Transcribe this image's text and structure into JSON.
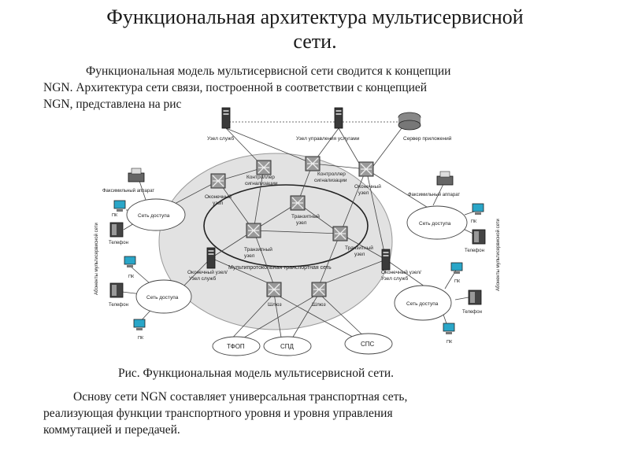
{
  "title": {
    "line1": "Функциональная архитектура мультисервисной",
    "line2": "сети."
  },
  "intro": {
    "line1": "Функциональная модель мультисервисной сети сводится к концепции",
    "line2": "NGN. Архитектура сети связи, построенной в соответствии с концепцией",
    "line3": "NGN, представлена на рис"
  },
  "diagram": {
    "top_labels": {
      "service_node": "Узел служб",
      "service_control_node": "Узел управления услугами",
      "app_server": "Сервер приложений"
    },
    "controller_left": [
      "Контроллер",
      "сигнализации"
    ],
    "controller_right": [
      "Контроллер",
      "сигнализации"
    ],
    "edge_node_left": [
      "Оконечный",
      "узел"
    ],
    "edge_node_right": [
      "Оконечный",
      "узел"
    ],
    "transit_center": [
      "Транзитный",
      "узел"
    ],
    "transit_left": [
      "Транзитный",
      "узел"
    ],
    "transit_right": [
      "Транзитный",
      "узел"
    ],
    "edge_service_left": [
      "Оконечный узел/",
      "Узел служб"
    ],
    "edge_service_right": [
      "Оконечный узел/",
      "Узел служб"
    ],
    "transport_label": "Мультипротокольная транспортная сеть",
    "gateway_left": "Шлюз",
    "gateway_right": "Шлюз",
    "net_tfop": "ТФОП",
    "net_spd": "СПД",
    "net_sps": "СПС",
    "access_network": "Сеть доступа",
    "fax": "Факсимильный аппарат",
    "pc": "ПК",
    "phone": "Телефон",
    "subscribers_vertical": "Абоненты мультисервисной сети"
  },
  "caption": "Рис. Функциональная модель мультисервисной сети.",
  "outro": {
    "line1": "Основу сети NGN составляет универсальная транспортная сеть,",
    "line2": "реализующая функции транспортного уровня и уровня управления",
    "line3": "коммутацией и передачей."
  }
}
